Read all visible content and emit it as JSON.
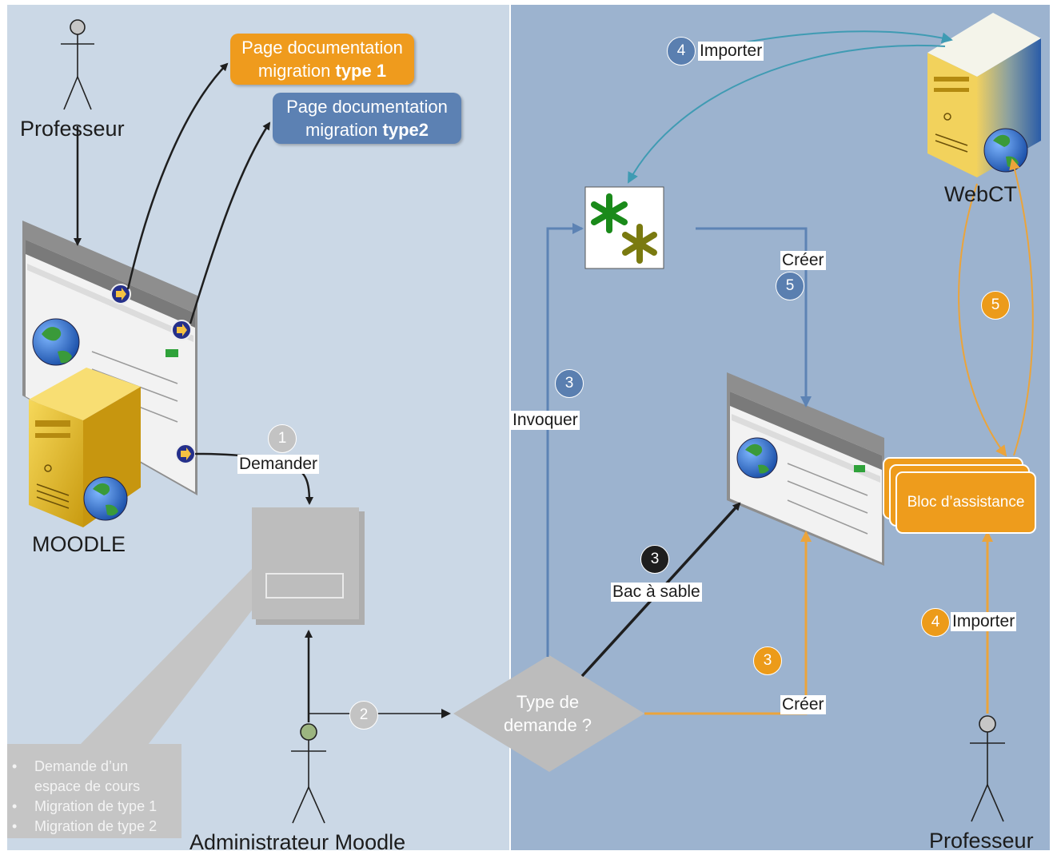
{
  "actors": {
    "professeur_top": "Professeur",
    "moodle": "MOODLE",
    "admin": "Administrateur Moodle",
    "webct": "WebCT",
    "professeur_bottom": "Professeur"
  },
  "docs": {
    "type1_line1": "Page documentation",
    "type1_line2_prefix": "migration ",
    "type1_line2_bold": "type 1",
    "type2_line1": "Page documentation",
    "type2_line2_prefix": "migration ",
    "type2_line2_bold": "type2"
  },
  "edges": {
    "demander": "Demander",
    "invoquer": "Invoquer",
    "importer_top": "Importer",
    "creer_top": "Créer",
    "bac_a_sable": "Bac à sable",
    "creer_bottom": "Créer",
    "importer_bottom": "Importer"
  },
  "badges": {
    "demander": "1",
    "admin_to_decision": "2",
    "invoquer": "3",
    "importer_top": "4",
    "creer_top": "5",
    "webct_orange": "5",
    "bac_a_sable": "3",
    "creer_orange": "3",
    "importer_orange": "4"
  },
  "decision": {
    "line1": "Type de",
    "line2": "demande ?"
  },
  "bloc": "Bloc d’assistance",
  "callout_items": [
    "Demande d’un",
    "espace de cours",
    "Migration de type 1",
    "Migration de type 2"
  ],
  "colors": {
    "left_panel": "#cbd8e6",
    "right_panel": "#9cb3cf",
    "blue_arrow": "#5d83b4",
    "teal_arrow": "#3f9bb3",
    "orange_arrow": "#eba43b",
    "black_arrow": "#1e1e1e",
    "orange_accent": "#ef9b1d",
    "blue_accent": "#5c81b3"
  }
}
